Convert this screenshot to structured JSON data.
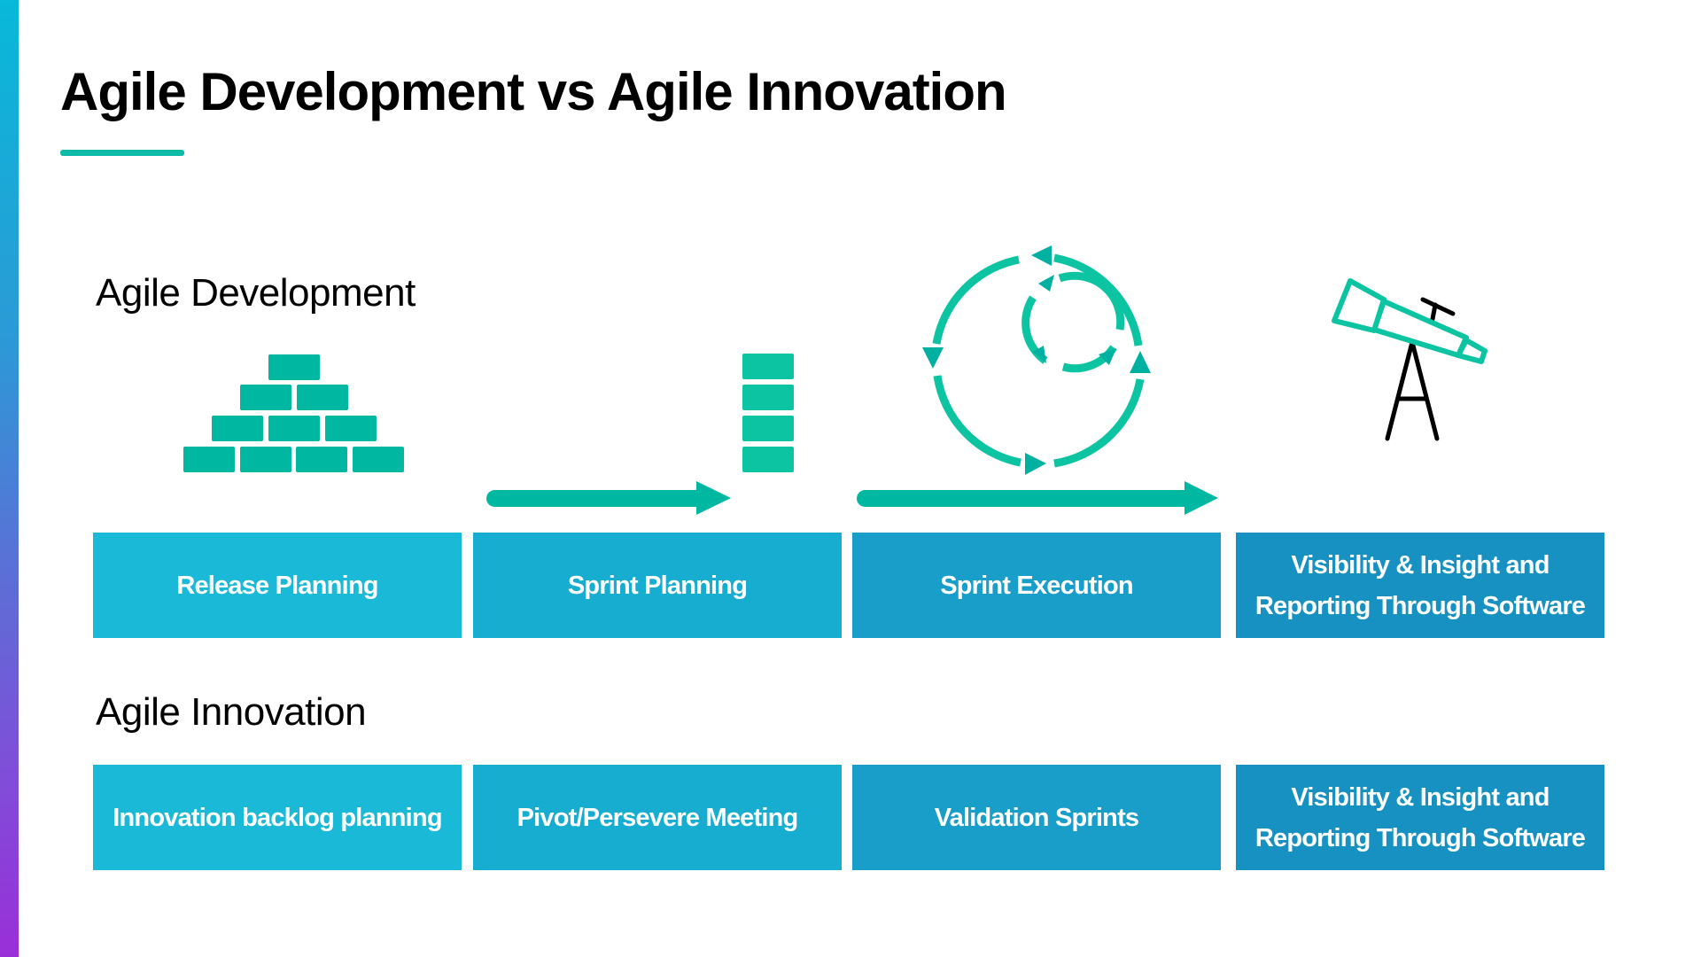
{
  "slide": {
    "title": "Agile Development vs Agile Innovation",
    "colors": {
      "accent_gradient_top": "#08B9D9",
      "accent_gradient_bottom": "#9A2FD8",
      "teal": "#00B8A2",
      "teal_light": "#0CC4A2",
      "box_col_1": "#19B9D7",
      "box_col_2": "#17ADD0",
      "box_col_3": "#199DC9",
      "box_col_4": "#1791C2"
    }
  },
  "agile_development": {
    "heading": "Agile Development",
    "icons": [
      "brick-pyramid-icon",
      "arrow-right-icon",
      "brick-stack-icon",
      "cycle-icon",
      "arrow-right-icon",
      "telescope-icon"
    ],
    "steps": [
      {
        "label": "Release Planning"
      },
      {
        "label": "Sprint Planning"
      },
      {
        "label": "Sprint Execution"
      },
      {
        "label": "Visibility & Insight and\nReporting Through Software"
      }
    ]
  },
  "agile_innovation": {
    "heading": "Agile Innovation",
    "steps": [
      {
        "label": "Innovation backlog planning"
      },
      {
        "label": "Pivot/Persevere Meeting"
      },
      {
        "label": "Validation Sprints"
      },
      {
        "label": "Visibility & Insight and\nReporting Through Software"
      }
    ]
  }
}
